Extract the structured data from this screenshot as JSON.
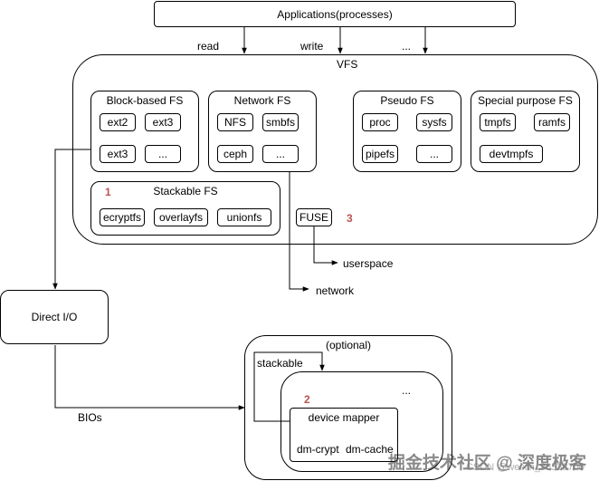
{
  "apps": {
    "label": "Applications(processes)"
  },
  "calls": {
    "read": "read",
    "write": "write",
    "more": "..."
  },
  "vfs": {
    "label": "VFS",
    "block": {
      "title": "Block-based FS",
      "items": [
        "ext2",
        "ext3",
        "ext3",
        "..."
      ]
    },
    "network": {
      "title": "Network FS",
      "items": [
        "NFS",
        "smbfs",
        "ceph",
        "..."
      ]
    },
    "pseudo": {
      "title": "Pseudo FS",
      "items": [
        "proc",
        "sysfs",
        "pipefs",
        "..."
      ]
    },
    "special": {
      "title": "Special purpose FS",
      "items": [
        "tmpfs",
        "ramfs",
        "devtmpfs"
      ]
    },
    "stackable": {
      "number": "1",
      "title": "Stackable FS",
      "items": [
        "ecryptfs",
        "overlayfs",
        "unionfs"
      ]
    },
    "fuse": {
      "label": "FUSE",
      "number": "3"
    }
  },
  "targets": {
    "userspace": "userspace",
    "network": "network"
  },
  "direct_io": {
    "label": "Direct I/O"
  },
  "bios": {
    "label": "BIOs"
  },
  "optional": {
    "label": "(optional)",
    "stackable_label": "stackable",
    "more": "...",
    "number": "2",
    "device_mapper": {
      "title": "device mapper",
      "items": [
        "dm-crypt",
        "dm-cache"
      ]
    }
  },
  "watermark": {
    "main": "掘金技术社区 @ 深度极客",
    "sub": "CSDN @weixin_38538700"
  }
}
